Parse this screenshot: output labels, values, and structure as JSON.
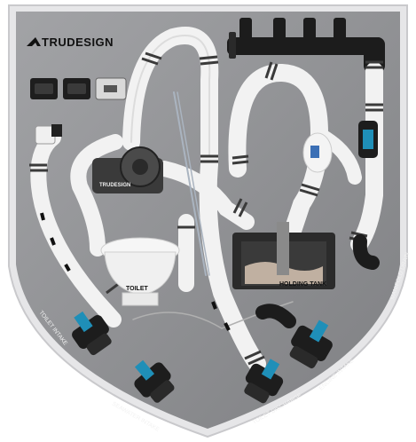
{
  "brand": {
    "logo_text": "TRUDESIGN"
  },
  "labels": {
    "toilet": "TOILET",
    "holding_tank": "HOLDING TANK",
    "toilet_intake": "TOILET INTAKE",
    "sea_water_intake": "SEAWATER INTAKE",
    "toilet_discharge": "TOILET DISCHARGE",
    "engine_intake": "ENGINE INTAKE",
    "manifold_drain": "MANIFOLD DRAIN"
  },
  "colors": {
    "board": "#8f9093",
    "board_edge": "#e4e4e6",
    "hose": "#f4f4f4",
    "band": "#3c3c3c",
    "valve_body": "#1d1d1d",
    "valve_handle": "#1f8fb8",
    "tank": "#2a2a2a"
  },
  "icons": [
    "switch-panel-icon",
    "pump-icon",
    "vented-loop-icon",
    "valve-icon",
    "manifold-icon"
  ]
}
